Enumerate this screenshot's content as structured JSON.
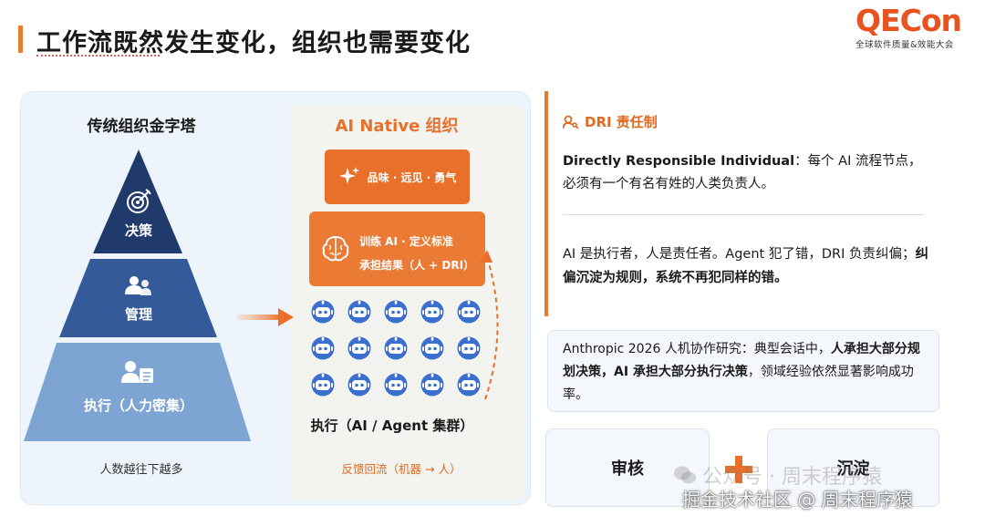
{
  "header": {
    "title": "工作流既然发生变化，组织也需要变化"
  },
  "logo": {
    "brand": "QECon",
    "subtitle": "全球软件质量&效能大会"
  },
  "pyramid": {
    "title": "传统组织金字塔",
    "levels": [
      {
        "label": "决策",
        "icon": "target-icon"
      },
      {
        "label": "管理",
        "icon": "people-icon"
      },
      {
        "label": "执行（人力密集）",
        "icon": "person-card-icon"
      }
    ],
    "footer": "人数越往下越多"
  },
  "ai_native": {
    "title": "AI Native 组织",
    "top_box": {
      "label": "品味 · 远见 · 勇气",
      "icon": "sparkle-icon"
    },
    "mid_box": {
      "line1": "训练 AI · 定义标准",
      "line2": "承担结果（人 + DRI）",
      "icon": "brain-icon"
    },
    "robot_count": 15,
    "exec_label": "执行（AI / Agent 集群）",
    "feedback": "反馈回流（机器 → 人）"
  },
  "dri": {
    "title": "DRI 责任制",
    "term": "Directly Responsible Individual",
    "desc_rest": "：每个 AI 流程节点，必须有一个有名有姓的人类负责人。",
    "rule_plain": "AI 是执行者，人是责任者。Agent 犯了错，DRI 负责纠偏；",
    "rule_bold": "纠偏沉淀为规则，系统不再犯同样的错。"
  },
  "research": {
    "plain1": "Anthropic 2026 人机协作研究：典型会话中，",
    "bold1": "人承担大部分规划决策，AI 承担大部分执行决策",
    "plain2": "，领域经验依然显著影响成功率。"
  },
  "bottom": {
    "left_label": "审核",
    "right_label": "沉淀"
  },
  "watermark": {
    "line1": "公众号 · 周末程序猿",
    "line2": "掘金技术社区 @ 周末程序猿"
  },
  "colors": {
    "accent_orange": "#e8702a",
    "pyramid_top": "#1f3a6b",
    "pyramid_mid": "#355a9a",
    "pyramid_bottom": "#7ea4d4",
    "robot_blue": "#3a6fd0"
  }
}
